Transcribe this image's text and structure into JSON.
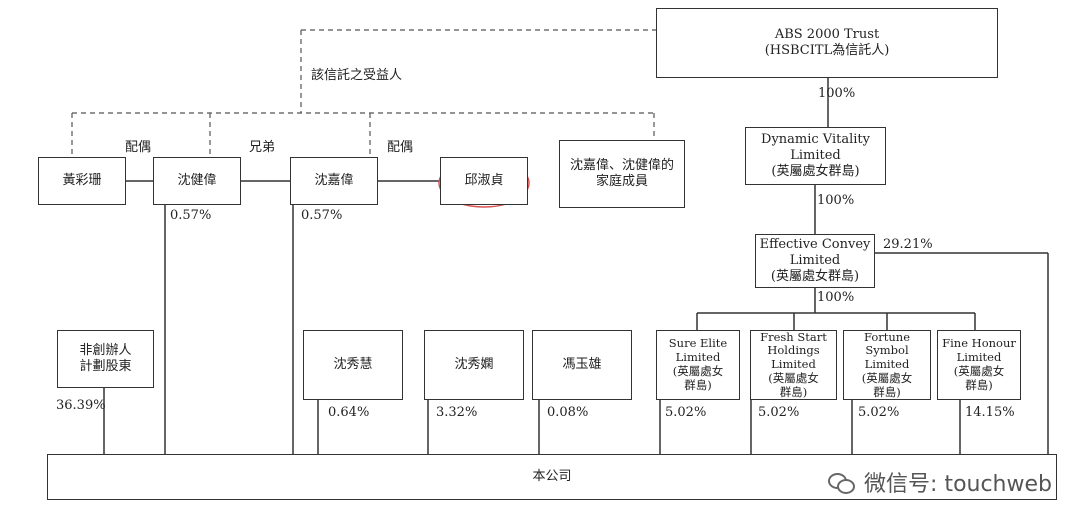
{
  "diagram": {
    "abs_trust": {
      "line1": "ABS 2000 Trust",
      "line2": "(HSBCITL為信託人)"
    },
    "dynamic_vitality": {
      "line1": "Dynamic Vitality",
      "line2": "Limited",
      "line3": "(英屬處女群島)"
    },
    "effective_convey": {
      "line1": "Effective Convey",
      "line2": "Limited",
      "line3": "(英屬處女群島)"
    },
    "huang": "黃彩珊",
    "shen_jianwei": "沈健偉",
    "shen_jiawei": "沈嘉偉",
    "qiu": "邱淑貞",
    "family": {
      "line1": "沈嘉偉、沈健偉的",
      "line2": "家庭成員"
    },
    "non_founder": {
      "line1": "非創辦人",
      "line2": "計劃股東"
    },
    "shen_xiuhui": "沈秀慧",
    "shen_xiulan": "沈秀嫻",
    "feng": "馮玉雄",
    "sure_elite": {
      "line1": "Sure Elite",
      "line2": "Limited",
      "line3": "(英屬處女",
      "line4": "群島)"
    },
    "fresh_start": {
      "line1": "Fresh Start",
      "line2": "Holdings Limited",
      "line3": "(英屬處女",
      "line4": "群島)"
    },
    "fortune_symbol": {
      "line1": "Fortune Symbol",
      "line2": "Limited",
      "line3": "(英屬處女",
      "line4": "群島)"
    },
    "fine_honour": {
      "line1": "Fine Honour",
      "line2": "Limited",
      "line3": "(英屬處女",
      "line4": "群島)"
    },
    "company": "本公司",
    "labels": {
      "beneficiary": "該信託之受益人",
      "spouse1": "配偶",
      "brothers": "兄弟",
      "spouse2": "配偶",
      "pct_trust_dv": "100%",
      "pct_dv_ec": "100%",
      "pct_ec_subs": "100%",
      "pct_ec_company": "29.21%",
      "pct_jianwei": "0.57%",
      "pct_jiawei": "0.57%",
      "pct_non_founder": "36.39%",
      "pct_xiuhui": "0.64%",
      "pct_xiulan": "3.32%",
      "pct_feng": "0.08%",
      "pct_sure": "5.02%",
      "pct_fresh": "5.02%",
      "pct_fortune": "5.02%",
      "pct_fine": "14.15%"
    },
    "highlight_color": "#d9534f"
  },
  "watermark": {
    "text": "微信号: touchweb",
    "icon": "wechat-icon"
  }
}
